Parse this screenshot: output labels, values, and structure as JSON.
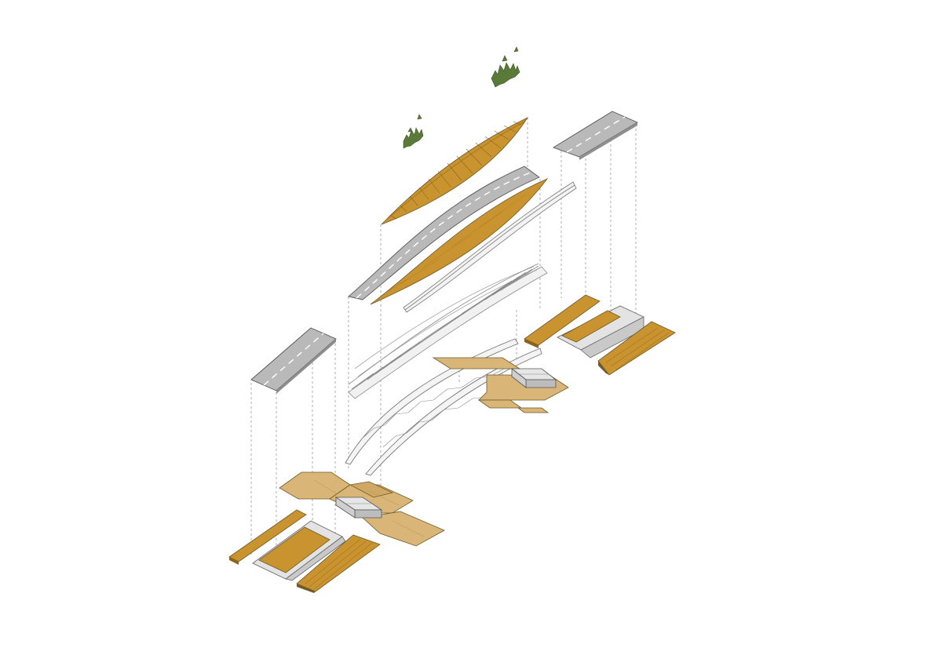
{
  "diagram": {
    "kind": "exploded-axonometric",
    "labels": [],
    "colors": {
      "timber": "#c9942f",
      "timber_dark": "#a9771d",
      "timber_light": "#ddb878",
      "deck_plank": "#d9b677",
      "road": "#b9b9b9",
      "road_dark": "#9c9c9c",
      "steel": "#e9e9e9",
      "guide_line": "#9a9a9a",
      "vegetation": "#5a7a3a"
    },
    "layers": [
      "vegetation",
      "timber-roof",
      "curved-road-deck",
      "handrail",
      "rib-structure",
      "truss-arches",
      "north-deck-platform",
      "north-road-segment",
      "north-abutment",
      "south-road-segment",
      "south-deck-platform",
      "south-abutment"
    ]
  }
}
